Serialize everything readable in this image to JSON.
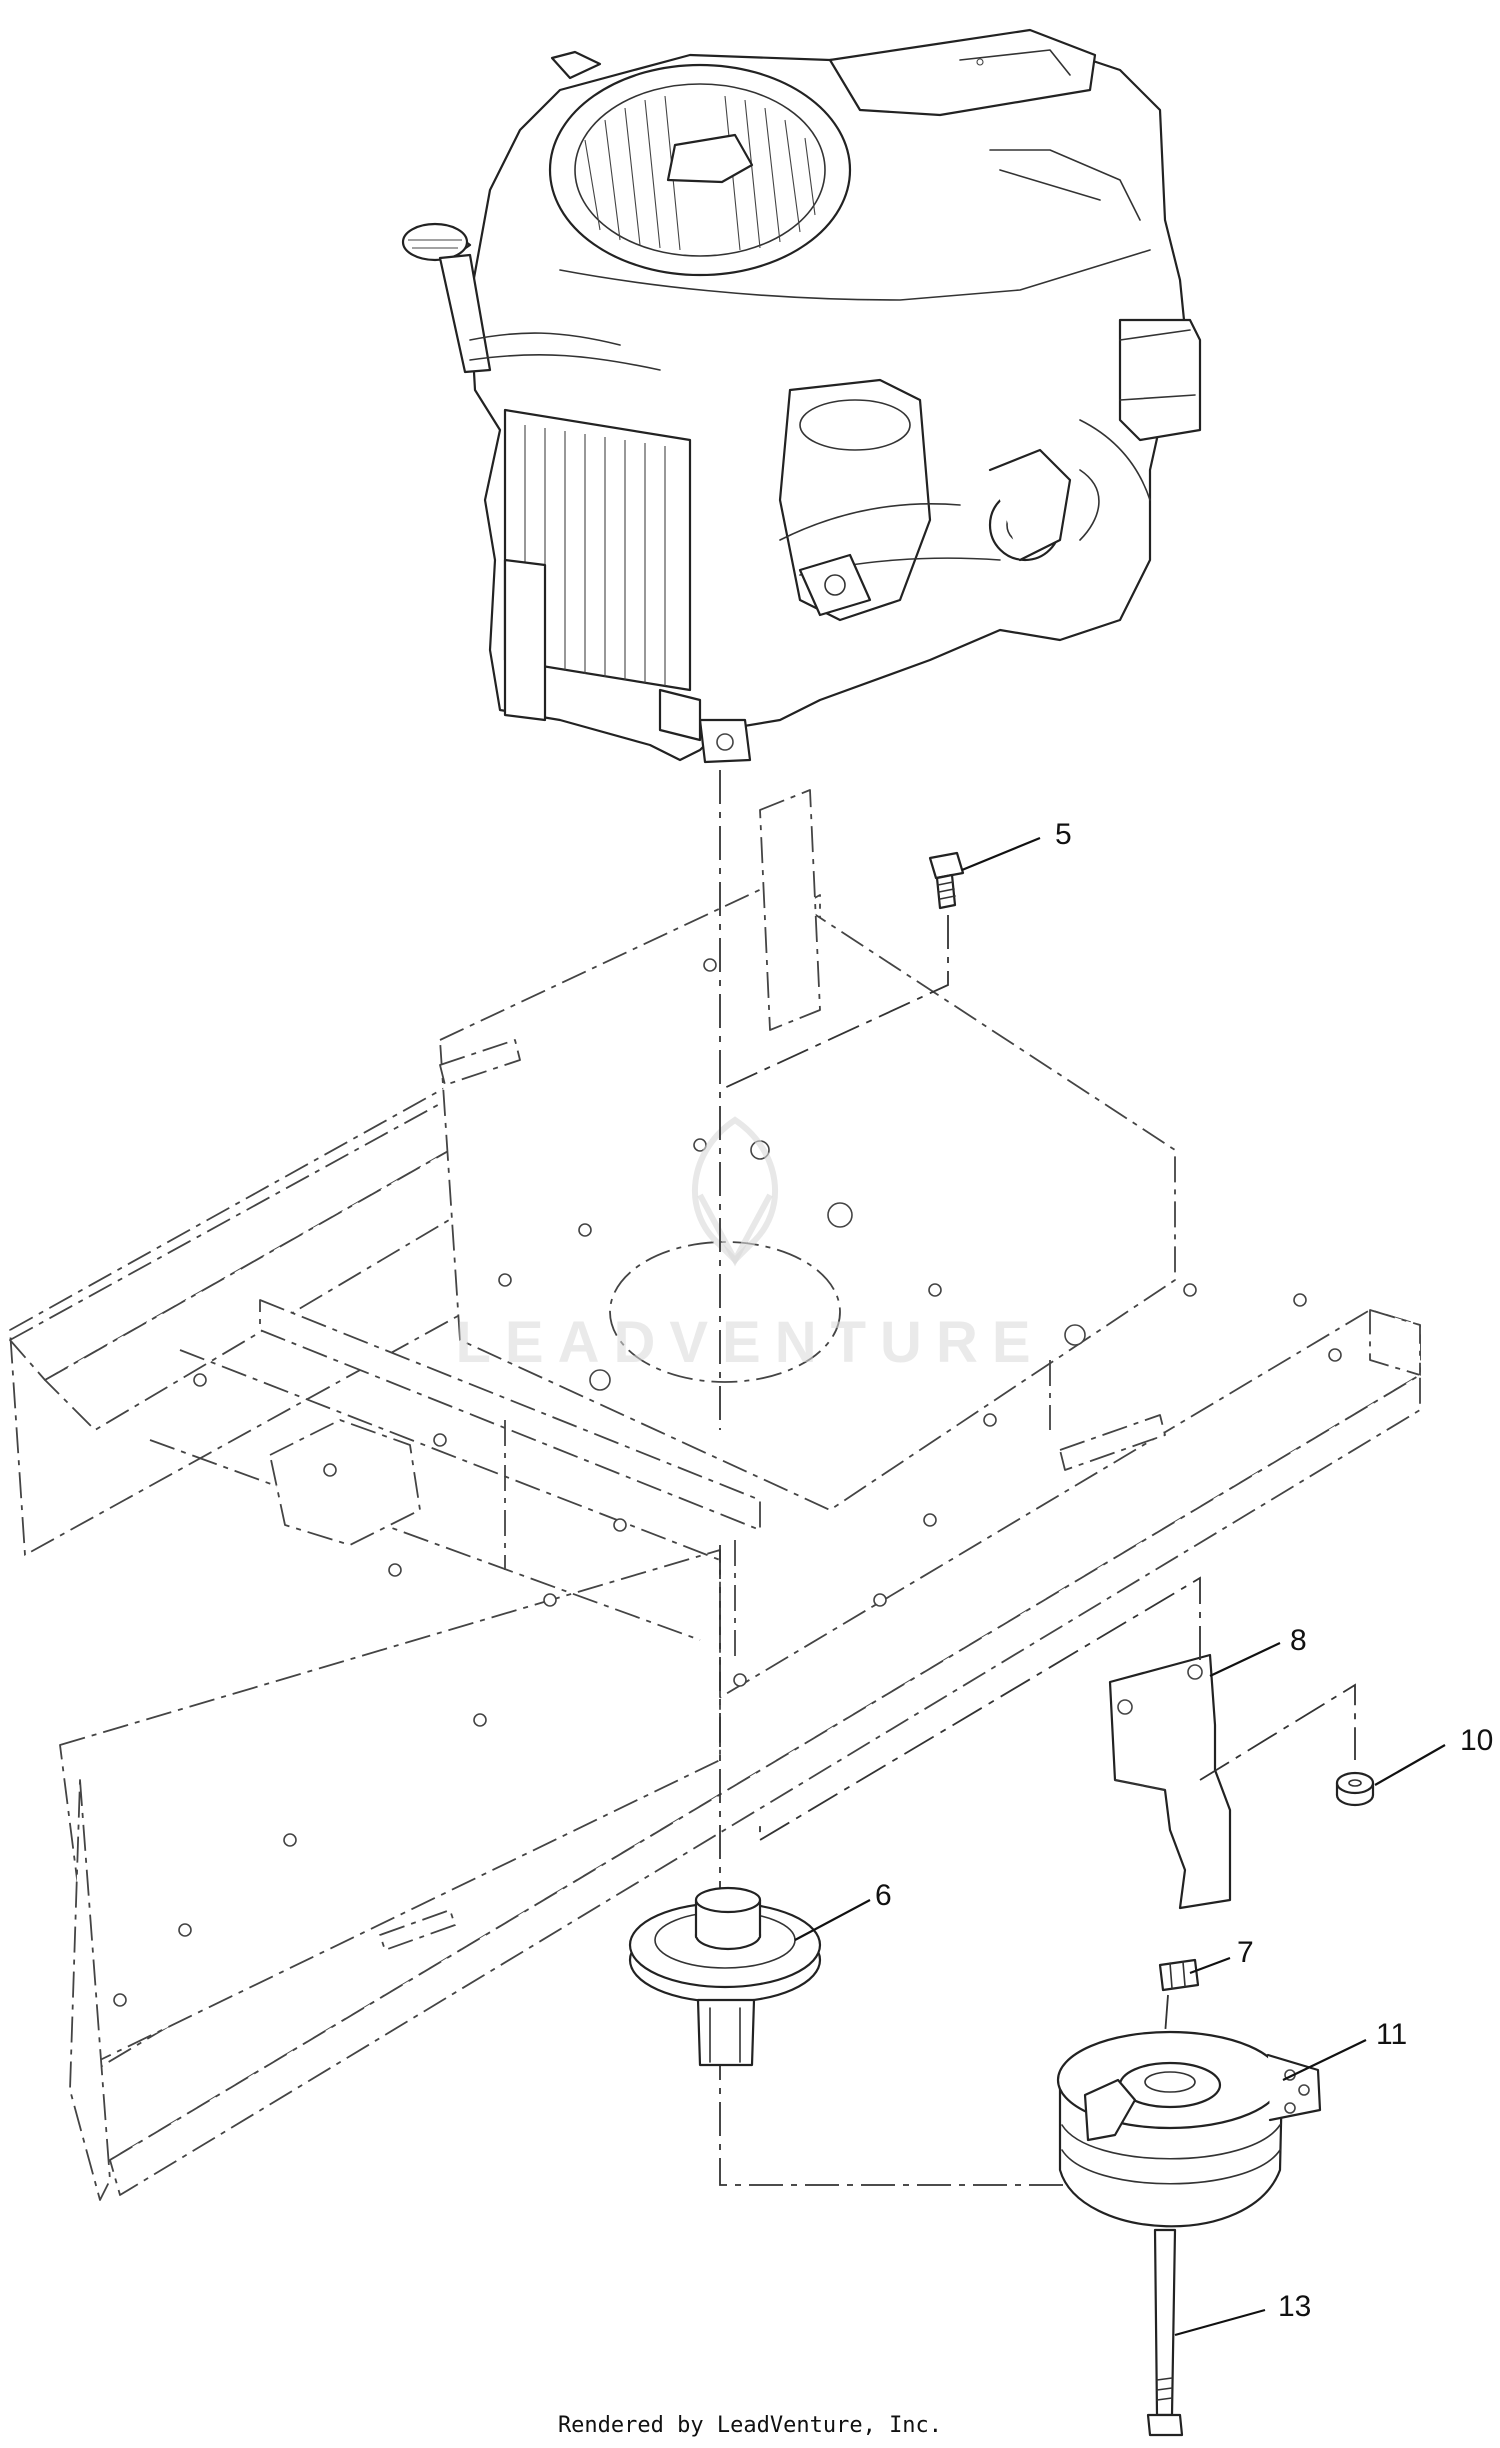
{
  "diagram": {
    "callouts": [
      {
        "id": "5",
        "label": "5"
      },
      {
        "id": "6",
        "label": "6"
      },
      {
        "id": "7",
        "label": "7"
      },
      {
        "id": "8",
        "label": "8"
      },
      {
        "id": "10",
        "label": "10"
      },
      {
        "id": "11",
        "label": "11"
      },
      {
        "id": "13",
        "label": "13"
      }
    ],
    "watermark": "LEADVENTURE",
    "footer": "Rendered by LeadVenture, Inc."
  }
}
